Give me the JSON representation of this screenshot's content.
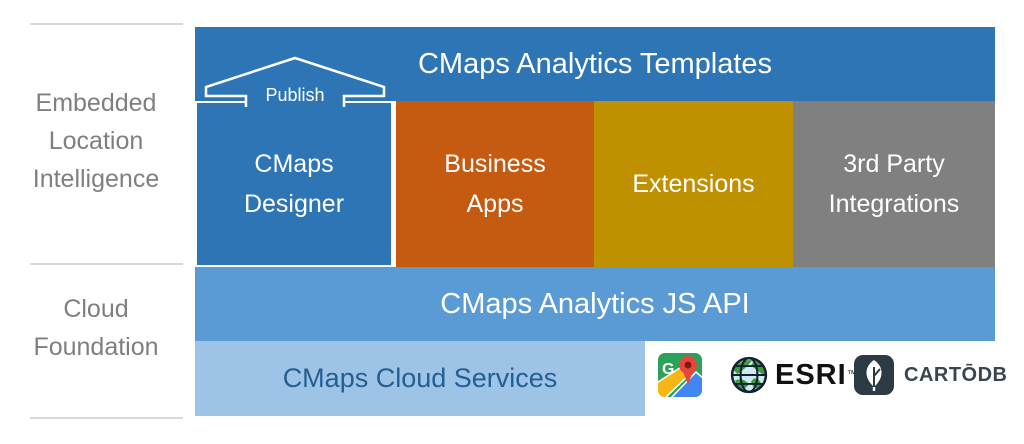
{
  "left_rail": {
    "top_label": "Embedded\nLocation\nIntelligence",
    "bottom_label": "Cloud\nFoundation"
  },
  "diagram": {
    "templates_bar": {
      "label": "CMaps Analytics Templates",
      "color": "#2e75b6"
    },
    "publish_label": "Publish",
    "boxes": [
      {
        "label": "CMaps\nDesigner",
        "color": "#2e75b6"
      },
      {
        "label": "Business\nApps",
        "color": "#c55a11"
      },
      {
        "label": "Extensions",
        "color": "#bf9000"
      },
      {
        "label": "3rd Party\nIntegrations",
        "color": "#808080"
      }
    ],
    "js_api_bar": {
      "label": "CMaps Analytics JS API",
      "color": "#5b9bd5"
    },
    "cloud_bar": {
      "label": "CMaps Cloud Services",
      "color": "#9dc3e6",
      "text_color": "#255e91"
    }
  },
  "logos": {
    "google_maps": {
      "name": "Google Maps",
      "g_letter": "G"
    },
    "esri": {
      "text": "ESRI",
      "tm": "™"
    },
    "cartodb": {
      "text": "CARTŌDB"
    }
  },
  "colors": {
    "rail_text": "#7f7f7f",
    "divider": "#d9d9d9",
    "arrow_outline": "#ffffff",
    "carto_badge": "#2c3a43"
  }
}
